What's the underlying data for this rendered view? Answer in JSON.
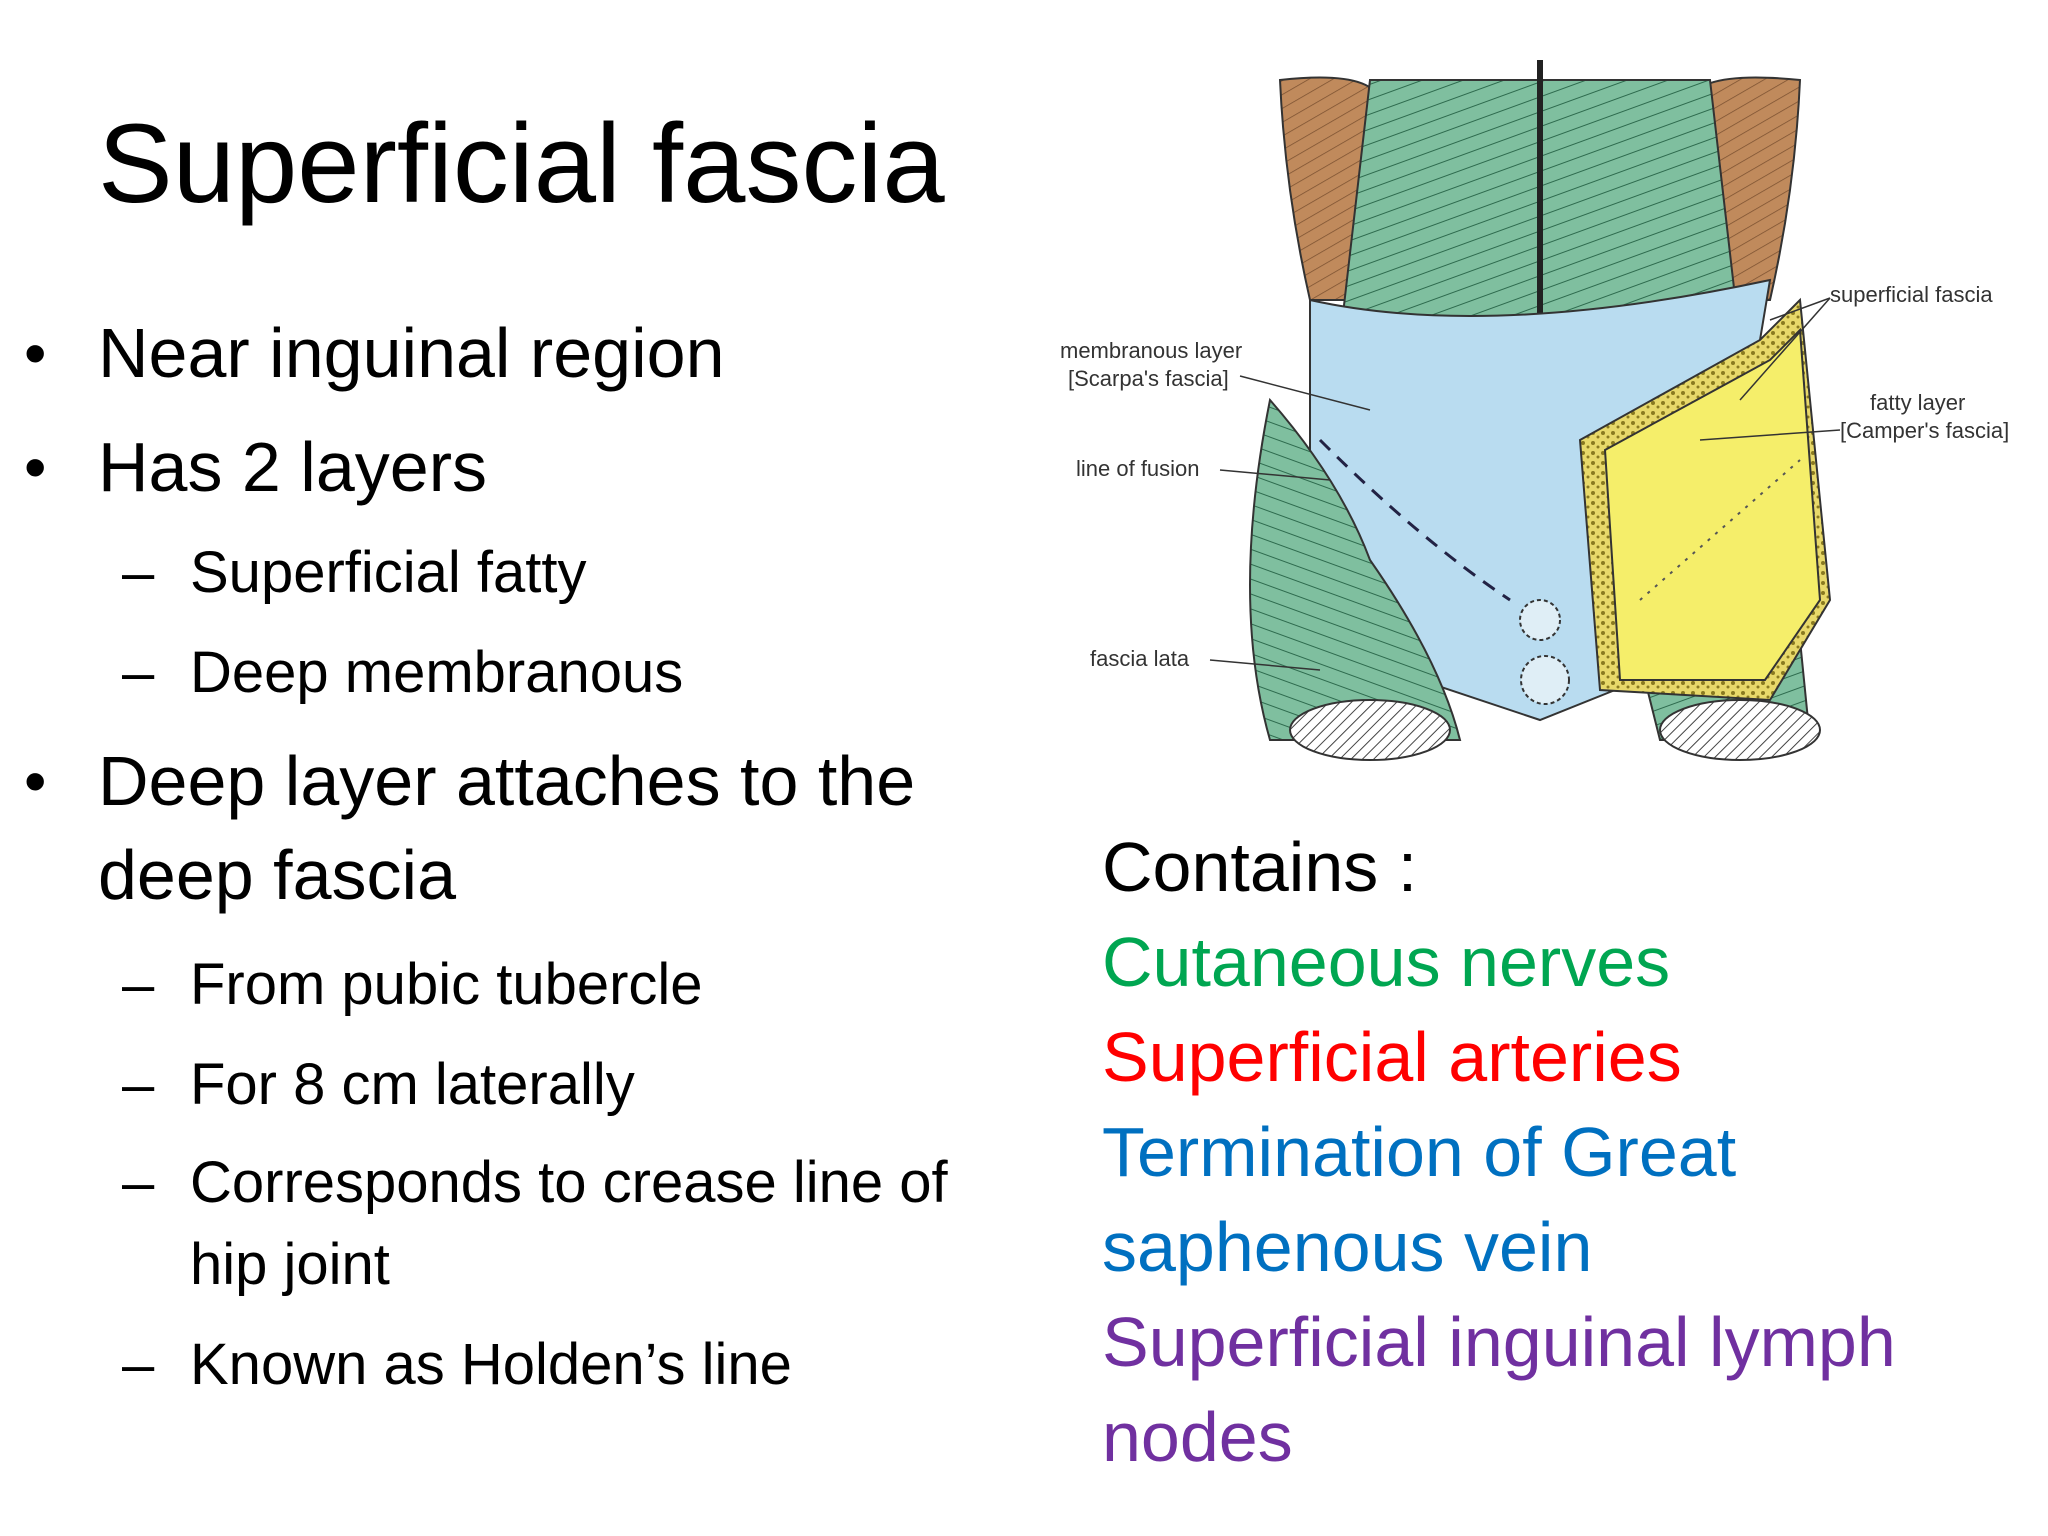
{
  "title": "Superficial fascia",
  "bullets": {
    "b1": "Near inguinal region",
    "b2": "Has 2 layers",
    "b2_sub1": "Superficial fatty",
    "b2_sub2": "Deep membranous",
    "b3_line1": "Deep layer attaches to the",
    "b3_line2": "deep fascia",
    "b3_sub1": "From pubic tubercle",
    "b3_sub2": "For 8 cm laterally",
    "b3_sub3_line1": "Corresponds to crease line of",
    "b3_sub3_line2": "hip joint",
    "b3_sub4": "Known as Holden’s line",
    "bullet_glyph": "•",
    "dash_glyph": "–"
  },
  "contains": {
    "heading": "Contains :",
    "items": [
      {
        "text": "Cutaneous nerves",
        "color": "#00a651"
      },
      {
        "text": "Superficial arteries",
        "color": "#ff0000"
      },
      {
        "text": "Termination of Great",
        "color": "#0070c0"
      },
      {
        "text": "saphenous vein",
        "color": "#0070c0"
      },
      {
        "text": "Superficial inguinal lymph",
        "color": "#7030a0"
      },
      {
        "text": "nodes",
        "color": "#7030a0"
      }
    ]
  },
  "figure": {
    "labels": {
      "membranous_1": "membranous layer",
      "membranous_2": "[Scarpa's fascia]",
      "line_of_fusion": "line of fusion",
      "fascia_lata": "fascia lata",
      "superficial_fascia": "superficial fascia",
      "fatty_1": "fatty layer",
      "fatty_2": "[Camper's fascia]"
    },
    "colors": {
      "muscle_green": "#7fbf9f",
      "brown": "#c08a5c",
      "membranous_blue": "#b9dcf0",
      "fatty_yellow": "#f5ee6a"
    }
  }
}
